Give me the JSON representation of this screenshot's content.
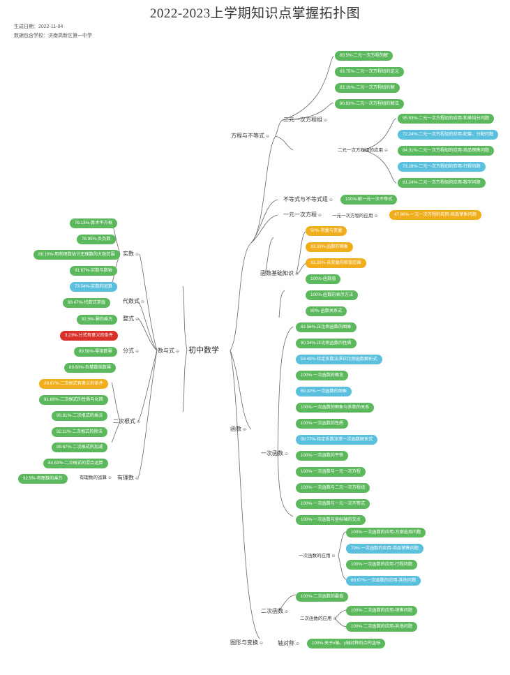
{
  "title": "2022-2023上学期知识点掌握拓扑图",
  "meta": {
    "date": "生成日期：2022-11-04",
    "school": "数据包含学校：济南高新区第一中学"
  },
  "toggle_glyph": "⊖",
  "colors": {
    "green": "#5cb85c",
    "blue": "#5bc0de",
    "yellow": "#f0ad1c",
    "red": "#d9302c"
  },
  "labels": {
    "root": "初中数学",
    "fangcheng": "方程与不等式",
    "eryuan": "二元一次方程组",
    "eryuan_app": "二元一次方程组的应用",
    "budengshi": "不等式与不等式组",
    "yiyuan": "一元一次方程",
    "yiyuan_app": "一元一次方程的应用",
    "hanshu": "函数",
    "hanshu_basic": "函数基础知识",
    "yici": "一次函数",
    "yici_app": "一次函数的应用",
    "erci": "二次函数",
    "erci_app": "二次函数的应用",
    "tuxing": "图形与变换",
    "zhouduichen": "轴对称",
    "shu": "数与式",
    "shishu": "实数",
    "daishu": "代数式",
    "zhengshi": "整式",
    "fenshi": "分式",
    "ergen": "二次根式",
    "youli": "有理数",
    "youli_calc": "有理数的运算"
  },
  "pills": [
    {
      "text": "89.5%-二元一次方程的解",
      "color": "green"
    },
    {
      "text": "93.75%-二元一次方程组的定义",
      "color": "green"
    },
    {
      "text": "83.19%-二元一次方程组的解",
      "color": "green"
    },
    {
      "text": "90.93%-二元一次方程组的解法",
      "color": "green"
    },
    {
      "text": "95.83%-二元一次方程组的应用-和差倍分问题",
      "color": "green"
    },
    {
      "text": "72.24%-二元一次方程组的应用-配套、分配问题",
      "color": "blue"
    },
    {
      "text": "84.31%-二元一次方程组的应用-商品销售问题",
      "color": "green"
    },
    {
      "text": "73.28%-二元一次方程组的应用-行程问题",
      "color": "blue"
    },
    {
      "text": "91.24%-二元一次方程组的应用-数字问题",
      "color": "green"
    },
    {
      "text": "100%-解一元一次不等式",
      "color": "green"
    },
    {
      "text": "47.86%-一元一次方程的应用-商品销售问题",
      "color": "yellow"
    },
    {
      "text": "50%-常量与变量",
      "color": "yellow"
    },
    {
      "text": "33.33%-函数的图象",
      "color": "yellow"
    },
    {
      "text": "33.33%-自变量的取值范围",
      "color": "yellow"
    },
    {
      "text": "100%-函数值",
      "color": "green"
    },
    {
      "text": "100%-函数的表示方法",
      "color": "green"
    },
    {
      "text": "80%-函数关系式",
      "color": "green"
    },
    {
      "text": "82.56%-正比例函数的图象",
      "color": "green"
    },
    {
      "text": "80.34%-正比例函数的性质",
      "color": "green"
    },
    {
      "text": "53.49%-待定系数法求正比例函数解析式",
      "color": "blue"
    },
    {
      "text": "100%-一次函数的概念",
      "color": "green"
    },
    {
      "text": "60.32%-一次函数的图象",
      "color": "blue"
    },
    {
      "text": "100%-一次函数的图象与系数的关系",
      "color": "green"
    },
    {
      "text": "100%-一次函数的性质",
      "color": "green"
    },
    {
      "text": "58.77%-待定系数法求一次函数解析式",
      "color": "blue"
    },
    {
      "text": "100%-一次函数的平移",
      "color": "green"
    },
    {
      "text": "100%-一次函数与一元一次方程",
      "color": "green"
    },
    {
      "text": "100%-一次函数与二元一次方程组",
      "color": "green"
    },
    {
      "text": "100%-一次函数与一元一次不等式",
      "color": "green"
    },
    {
      "text": "100%-一次函数与坐标轴的交点",
      "color": "green"
    },
    {
      "text": "100%-一次函数的应用-方案选择问题",
      "color": "green"
    },
    {
      "text": "70%-一次函数的应用-商品销售问题",
      "color": "blue"
    },
    {
      "text": "100%-一次函数的应用-行程问题",
      "color": "green"
    },
    {
      "text": "66.67%-一次函数的应用-其他问题",
      "color": "blue"
    },
    {
      "text": "100%-二次函数的最值",
      "color": "green"
    },
    {
      "text": "100%-二次函数的应用-销售问题",
      "color": "green"
    },
    {
      "text": "100%-二次函数的应用-其他问题",
      "color": "green"
    },
    {
      "text": "100%-关于x轴、y轴对称的点的坐标",
      "color": "green"
    },
    {
      "text": "76.13%-算术平方根",
      "color": "green"
    },
    {
      "text": "78.95%-负负数",
      "color": "green"
    },
    {
      "text": "88.16%-用有理数估计无理数的大致范围",
      "color": "green"
    },
    {
      "text": "91.67%-实数与数轴",
      "color": "green"
    },
    {
      "text": "73.54%-实数的运算",
      "color": "blue"
    },
    {
      "text": "89.47%-代数式求值",
      "color": "green"
    },
    {
      "text": "92.5%-幂的乘方",
      "color": "green"
    },
    {
      "text": "3.23%-分式有意义的条件",
      "color": "red"
    },
    {
      "text": "89.58%-零指数幂",
      "color": "green"
    },
    {
      "text": "89.58%-负整数指数幂",
      "color": "green"
    },
    {
      "text": "26.67%-二次根式有意义的条件",
      "color": "yellow"
    },
    {
      "text": "91.89%-二次根式的性质与化简",
      "color": "green"
    },
    {
      "text": "90.81%-二次根式的乘法",
      "color": "green"
    },
    {
      "text": "92.11%-二次根式的除法",
      "color": "green"
    },
    {
      "text": "89.87%-二次根式的加减",
      "color": "green"
    },
    {
      "text": "84.63%-二次根式的混合运算",
      "color": "green"
    },
    {
      "text": "92.5%-有理数的乘方",
      "color": "green"
    }
  ]
}
